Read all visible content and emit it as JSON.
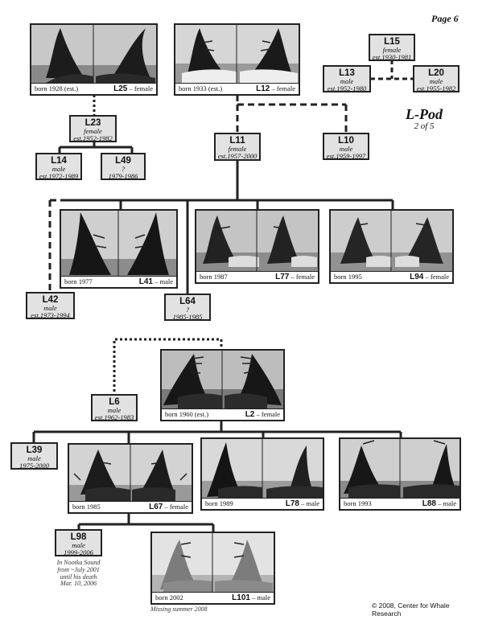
{
  "page_label": "Page 6",
  "pod_title": "L-Pod",
  "pod_subtitle": "2 of 5",
  "copyright": "© 2008, Center for Whale Research",
  "notes": {
    "l98": [
      "In Nootka Sound",
      "from ~July 2001",
      "until his death",
      "Mar. 10, 2006"
    ],
    "l101": "Missing summer 2008"
  },
  "photos": {
    "L25": {
      "born": "born 1928 (est.)",
      "id": "L25",
      "sex": " – female"
    },
    "L12": {
      "born": "born 1933 (est.)",
      "id": "L12",
      "sex": " – female"
    },
    "L41": {
      "born": "born 1977",
      "id": "L41",
      "sex": " – male"
    },
    "L77": {
      "born": "born 1987",
      "id": "L77",
      "sex": " – female"
    },
    "L94": {
      "born": "born 1995",
      "id": "L94",
      "sex": " – female"
    },
    "L2": {
      "born": "born 1960 (est.)",
      "id": "L2",
      "sex": " – female"
    },
    "L67": {
      "born": "born 1985",
      "id": "L67",
      "sex": " – female"
    },
    "L78": {
      "born": "born 1989",
      "id": "L78",
      "sex": " – male"
    },
    "L88": {
      "born": "born 1993",
      "id": "L88",
      "sex": " – male"
    },
    "L101": {
      "born": "born 2002",
      "id": "L101",
      "sex": " – male"
    }
  },
  "boxes": {
    "L15": {
      "id": "L15",
      "sex": "female",
      "years": "est.1930-1981"
    },
    "L13": {
      "id": "L13",
      "sex": "male",
      "years": "est.1952-1980"
    },
    "L20": {
      "id": "L20",
      "sex": "male",
      "years": "est.1955-1982"
    },
    "L23": {
      "id": "L23",
      "sex": "female",
      "years": "est.1952-1982"
    },
    "L14": {
      "id": "L14",
      "sex": "male",
      "years": "est.1972-1989"
    },
    "L49": {
      "id": "L49",
      "sex": "?",
      "years": "1979-1986"
    },
    "L11": {
      "id": "L11",
      "sex": "female",
      "years": "est.1957-2000"
    },
    "L10": {
      "id": "L10",
      "sex": "male",
      "years": "est.1959-1997"
    },
    "L42": {
      "id": "L42",
      "sex": "male",
      "years": "est.1973-1994"
    },
    "L64": {
      "id": "L64",
      "sex": "?",
      "years": "1985-1985"
    },
    "L6": {
      "id": "L6",
      "sex": "male",
      "years": "est.1962-1983"
    },
    "L39": {
      "id": "L39",
      "sex": "male",
      "years": "1975-2000"
    },
    "L98": {
      "id": "L98",
      "sex": "male",
      "years": "1999-2006"
    }
  }
}
